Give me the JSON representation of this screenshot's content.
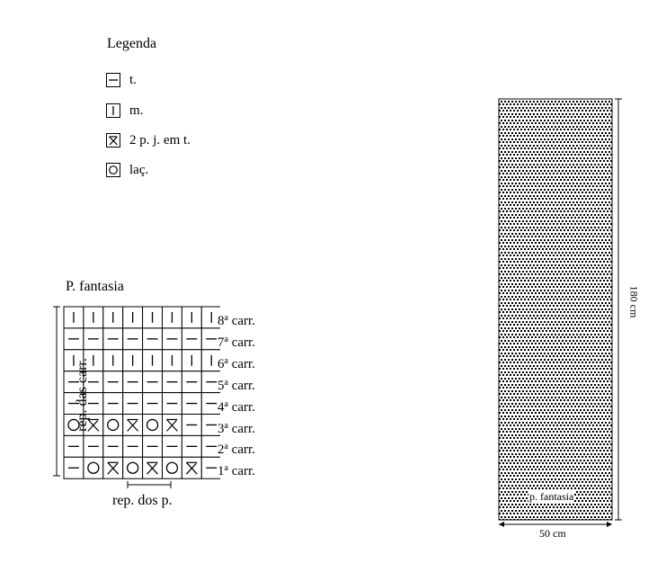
{
  "legend": {
    "title": "Legenda",
    "items": [
      {
        "symbol": "knit-bar-horizontal",
        "label": "t."
      },
      {
        "symbol": "purl-bar-vertical",
        "label": "m."
      },
      {
        "symbol": "k2tog",
        "label": "2 p. j. em t."
      },
      {
        "symbol": "yarn-over-circle",
        "label": "laç."
      }
    ]
  },
  "chart": {
    "title": "P. fantasia",
    "rows": [
      {
        "label_num": "8",
        "label_sup": "a",
        "label_text": " carr.",
        "cells": [
          "m",
          "m",
          "m",
          "m",
          "m",
          "m",
          "m",
          "m"
        ]
      },
      {
        "label_num": "7",
        "label_sup": "a",
        "label_text": " carr.",
        "cells": [
          "t",
          "t",
          "t",
          "t",
          "t",
          "t",
          "t",
          "t"
        ]
      },
      {
        "label_num": "6",
        "label_sup": "a",
        "label_text": " carr.",
        "cells": [
          "m",
          "m",
          "m",
          "m",
          "m",
          "m",
          "m",
          "m"
        ]
      },
      {
        "label_num": "5",
        "label_sup": "a",
        "label_text": " carr.",
        "cells": [
          "t",
          "t",
          "t",
          "t",
          "t",
          "t",
          "t",
          "t"
        ]
      },
      {
        "label_num": "4",
        "label_sup": "a",
        "label_text": " carr.",
        "cells": [
          "t",
          "t",
          "t",
          "t",
          "t",
          "t",
          "t",
          "t"
        ]
      },
      {
        "label_num": "3",
        "label_sup": "a",
        "label_text": " carr.",
        "cells": [
          "o",
          "k",
          "o",
          "k",
          "o",
          "k",
          "t",
          "t"
        ]
      },
      {
        "label_num": "2",
        "label_sup": "a",
        "label_text": " carr.",
        "cells": [
          "t",
          "t",
          "t",
          "t",
          "t",
          "t",
          "t",
          "t"
        ]
      },
      {
        "label_num": "1",
        "label_sup": "a",
        "label_text": " carr.",
        "cells": [
          "t",
          "o",
          "k",
          "o",
          "k",
          "o",
          "k",
          "t"
        ]
      }
    ],
    "rep_rows_label": "rep. das carr.",
    "rep_sts_label": "rep. dos p."
  },
  "schematic": {
    "pattern_label": "p. fantasia",
    "height_label": "180 cm",
    "width_label": "50 cm"
  }
}
